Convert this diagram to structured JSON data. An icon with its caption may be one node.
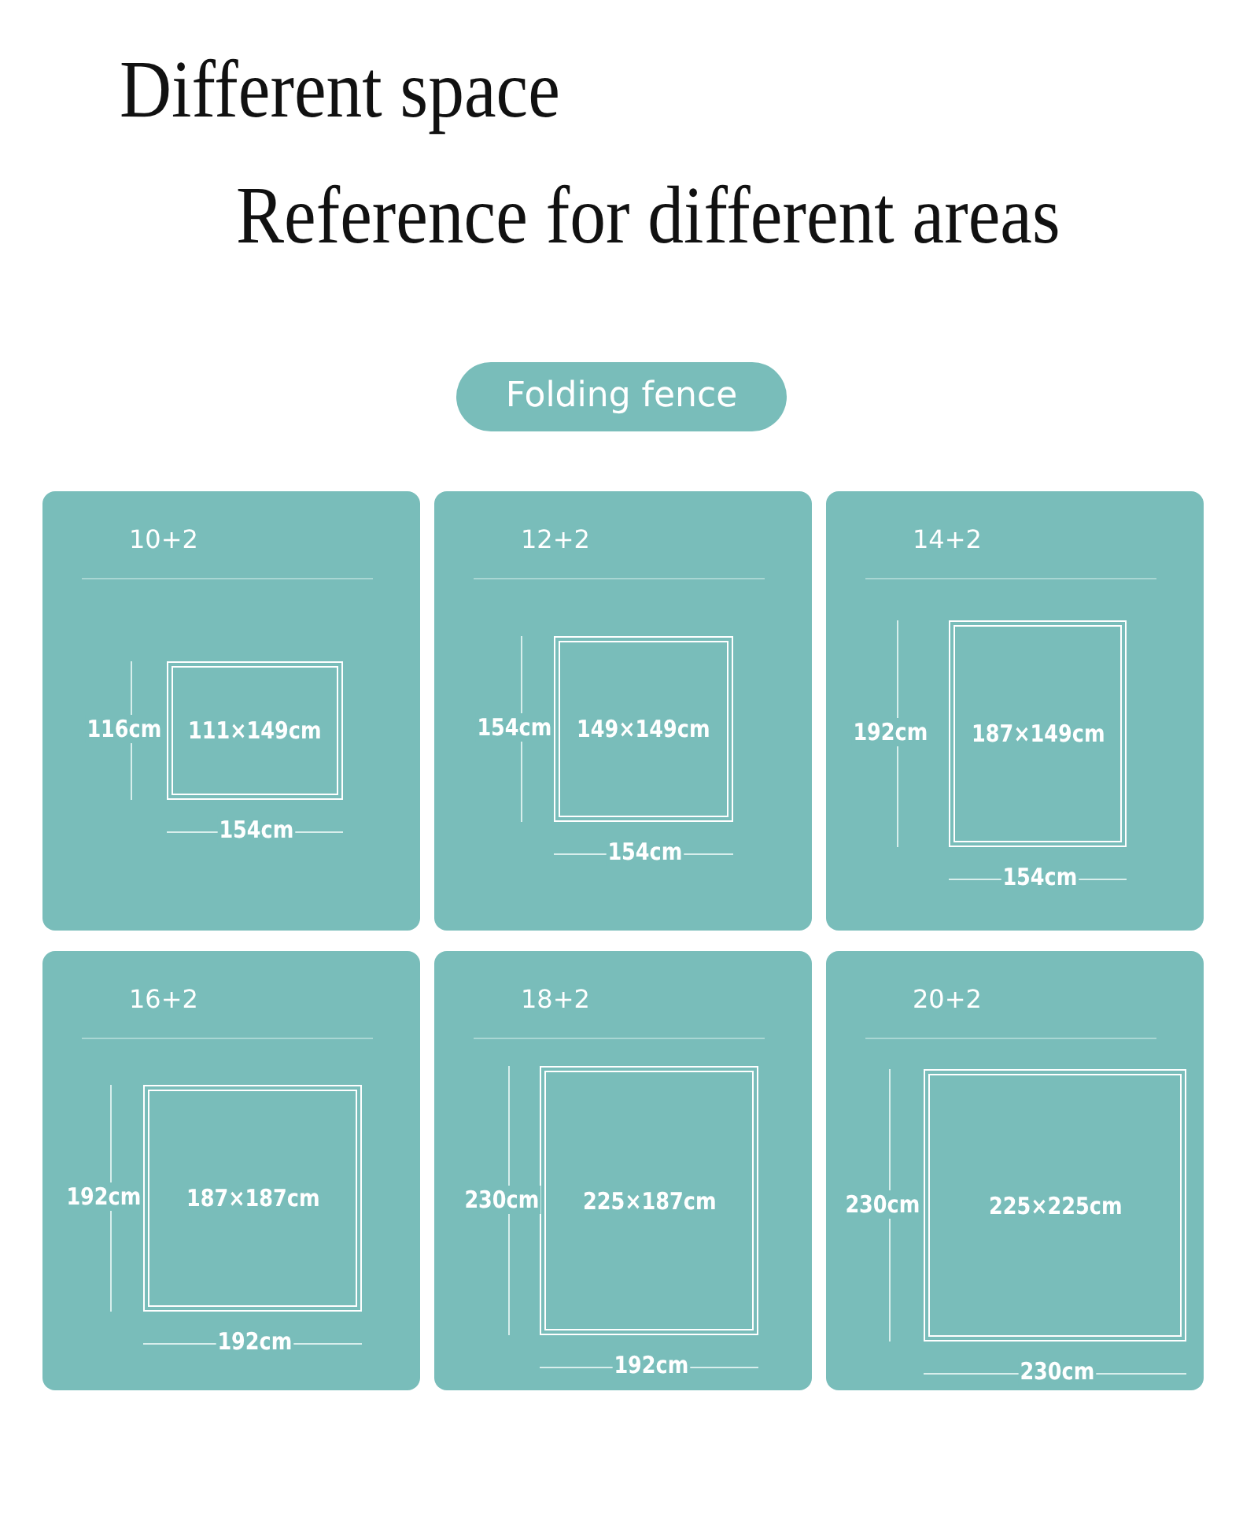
{
  "diagram": {
    "title": "Different space",
    "nodes": [
      {
        "text": [
          "Folding fence"
        ]
      },
      {
        "text": [
          "10+2"
        ]
      },
      {
        "text": [
          "111×149cm"
        ],
        "in": 1,
        "beside": [
          "116cm",
          "154cm"
        ]
      },
      {
        "text": [
          "12+2"
        ]
      },
      {
        "text": [
          "149×149cm"
        ],
        "in": 3,
        "beside": [
          "154cm",
          "154cm"
        ]
      },
      {
        "text": [
          "14+2"
        ]
      },
      {
        "text": [
          "187×149cm"
        ],
        "in": 5,
        "beside": [
          "192cm",
          "154cm"
        ]
      },
      {
        "text": [
          "16+2"
        ]
      },
      {
        "text": [
          "187×187cm"
        ],
        "in": 7,
        "beside": [
          "192cm",
          "192cm"
        ]
      },
      {
        "text": [
          "18+2"
        ]
      },
      {
        "text": [
          "225×187cm"
        ],
        "in": 9,
        "beside": [
          "230cm",
          "192cm"
        ]
      },
      {
        "text": [
          "20+2"
        ]
      },
      {
        "text": [
          "225×225cm"
        ],
        "in": 11,
        "beside": [
          "230cm",
          "230cm"
        ]
      }
    ],
    "labels": [
      "Reference for different areas"
    ]
  }
}
